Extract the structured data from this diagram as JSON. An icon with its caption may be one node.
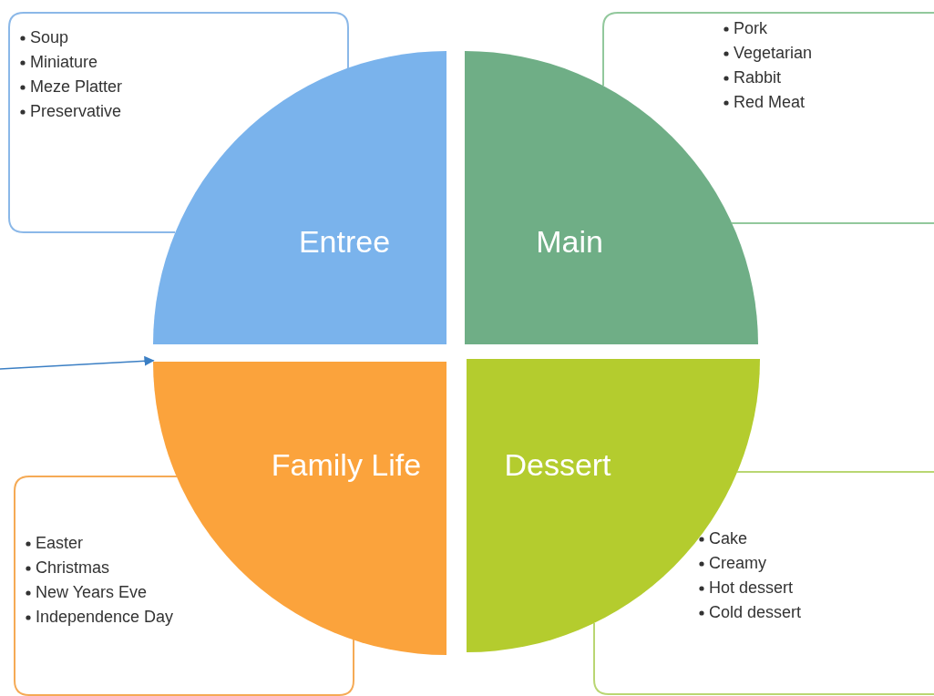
{
  "diagram": {
    "nodes": [
      {
        "text": [
          "Soup",
          "Miniature",
          "Meze Platter",
          "Preservative"
        ]
      },
      {
        "text": [
          "Pork",
          "Vegetarian",
          "Rabbit",
          "Red Meat"
        ]
      },
      {
        "text": [
          "Entree"
        ]
      },
      {
        "text": [
          "Main"
        ]
      },
      {
        "text": [
          "Family Life"
        ]
      },
      {
        "text": [
          "Dessert"
        ]
      },
      {
        "text": [
          "Easter",
          "Christmas",
          "New Years Eve",
          "Independence Day"
        ]
      },
      {
        "text": [
          "Cake",
          "Creamy",
          "Hot dessert",
          "Cold dessert"
        ]
      }
    ],
    "edges": [
      {
        "from": null,
        "to": 2,
        "arrow": "to"
      }
    ]
  }
}
